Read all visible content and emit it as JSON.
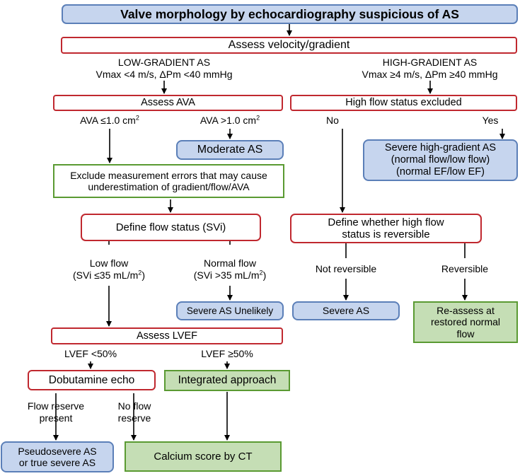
{
  "title": "Valve morphology by echocardiography suspicious of AS",
  "nodes": {
    "assess_velocity": "Assess velocity/gradient",
    "low_gradient_label": [
      "LOW-GRADIENT AS",
      "Vmax <4 m/s, ΔPm <40 mmHg"
    ],
    "high_gradient_label": [
      "HIGH-GRADIENT AS",
      "Vmax ≥4 m/s, ΔPm ≥40 mmHg"
    ],
    "assess_ava": "Assess AVA",
    "ava_small_label": [
      "AVA ≤1.0 cm",
      "2"
    ],
    "ava_large_label": [
      "AVA >1.0 cm",
      "2"
    ],
    "moderate_as": "Moderate AS",
    "exclude_errors": [
      "Exclude measurement errors that may cause",
      "underestimation of gradient/flow/AVA"
    ],
    "high_flow_excluded": "High flow status excluded",
    "no_label": "No",
    "yes_label": "Yes",
    "severe_high_gradient": [
      "Severe high-gradient AS",
      "(normal flow/low flow)",
      "(normal EF/low EF)"
    ],
    "define_flow_status": "Define flow status (SVi)",
    "define_high_flow_reversible": [
      "Define whether high flow",
      "status is reversible"
    ],
    "low_flow_label": [
      "Low flow",
      "(SVi ≤35 mL/m",
      "2",
      ")"
    ],
    "normal_flow_label": [
      "Normal flow",
      "(SVi >35 mL/m",
      "2",
      ")"
    ],
    "not_reversible_label": "Not reversible",
    "reversible_label": "Reversible",
    "severe_as_unlikely": "Severe AS Unelikely",
    "severe_as": "Severe AS",
    "reassess": [
      "Re-assess at",
      "restored normal",
      "flow"
    ],
    "assess_lvef": "Assess LVEF",
    "lvef_low_label": "LVEF <50%",
    "lvef_high_label": "LVEF ≥50%",
    "dobutamine_echo": "Dobutamine echo",
    "integrated_approach": "Integrated approach",
    "flow_reserve_label": [
      "Flow reserve",
      "present"
    ],
    "no_flow_reserve_label": [
      "No flow",
      "reserve"
    ],
    "pseudosevere": [
      "Pseudosevere AS",
      "or true severe AS"
    ],
    "calcium_score": "Calcium score by CT"
  },
  "colors": {
    "red_border": "#c0282f",
    "blue_border": "#5b7fb8",
    "blue_fill": "#c6d5ee",
    "green_border": "#5a9a32",
    "green_fill": "#c5deb5"
  }
}
